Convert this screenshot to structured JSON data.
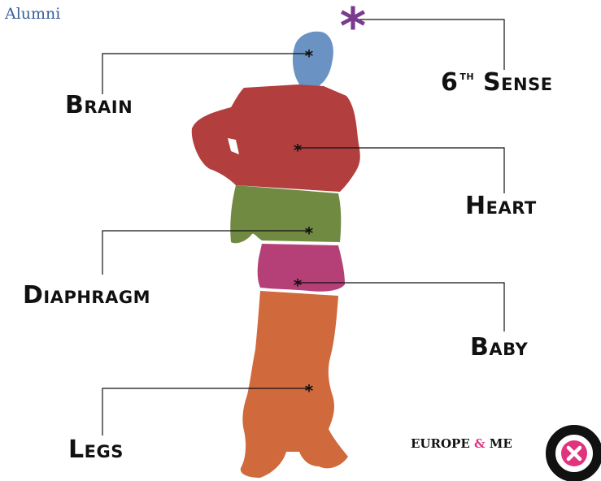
{
  "header": {
    "link": "Alumni"
  },
  "labels": {
    "brain": "Brain",
    "sense_num": "6",
    "sense_sup": "TH",
    "sense_word": "Sense",
    "heart": "Heart",
    "diaphragm": "Diaphragm",
    "baby": "Baby",
    "legs": "Legs"
  },
  "marker": "*",
  "logo": {
    "part1": "EUROPE",
    "amp": "&",
    "part2": "ME"
  },
  "colors": {
    "head": "#6a93c4",
    "torso": "#b23e3e",
    "waist": "#708a42",
    "hips": "#b54077",
    "legs": "#d0693c",
    "sense_star": "#7a3b8f",
    "logo_accent": "#e0357e",
    "line": "#111111"
  }
}
